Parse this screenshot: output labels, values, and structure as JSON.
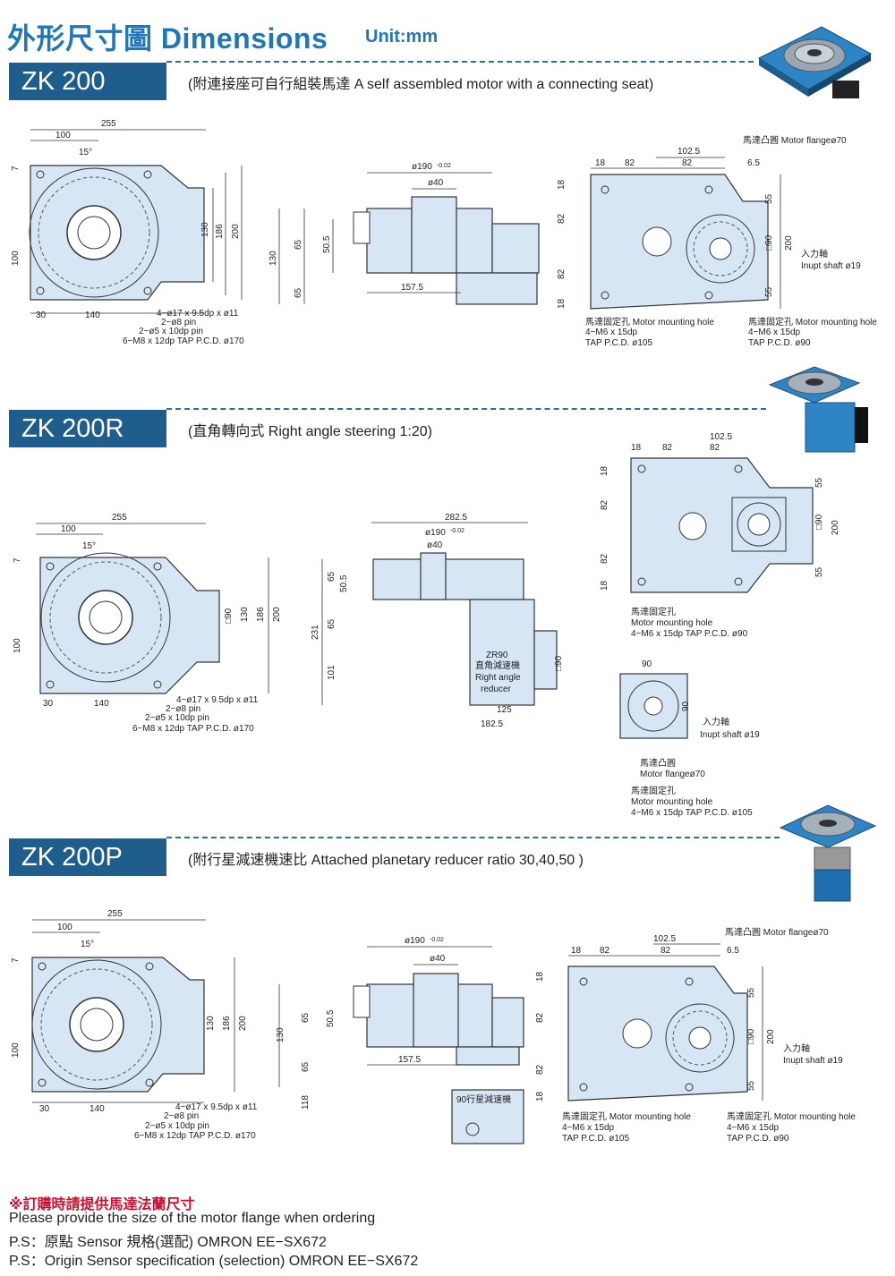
{
  "header": {
    "title": "外形尺寸圖 Dimensions",
    "unit": "Unit:mm"
  },
  "sections": [
    {
      "model": "ZK 200",
      "description": "(附連接座可自行組裝馬達  A self assembled motor with a connecting seat)"
    },
    {
      "model": "ZK 200R",
      "description": "(直角轉向式 Right angle steering 1:20)"
    },
    {
      "model": "ZK 200P",
      "description": "(附行星減速機速比 Attached planetary reducer ratio  30,40,50 )"
    }
  ],
  "top_view": {
    "d255": "255",
    "d100": "100",
    "d15": "15°",
    "d7": "7",
    "d130": "130",
    "d186": "186",
    "d200": "200",
    "d100v": "100",
    "d30": "30",
    "d140": "140",
    "d90": "□90",
    "holes": [
      "4−ø17 x 9.5dp x ø11",
      "2−ø8 pin",
      "2−ø5 x 10dp pin",
      "6−M8 x 12dp TAP P.C.D. ø170"
    ]
  },
  "side_view": {
    "d190": "ø190",
    "d190tol": "-0.02",
    "d40": "ø40",
    "d130": "130",
    "d65": "65",
    "d50_5": "50.5",
    "d157_5": "157.5",
    "d118": "118",
    "r282_5": "282.5",
    "r231": "231",
    "r101": "101",
    "r125": "125",
    "r182_5": "182.5",
    "reducer_r": [
      "ZR90",
      "直角減速機",
      "Right angle",
      "reducer"
    ],
    "reducer_p": "90行星減速機"
  },
  "flange_view": {
    "d102_5": "102.5",
    "d18": "18",
    "d82": "82",
    "d6_5": "6.5",
    "d55": "55",
    "d90": "□90",
    "d200": "200",
    "motor_flange": "馬達凸圓  Motor flangeø70",
    "input_shaft_cn": "入力軸",
    "input_shaft": "Inupt shaft ø19",
    "hole_left": [
      "馬達固定孔  Motor mounting hole",
      "4−M6 x 15dp",
      "TAP P.C.D. ø105"
    ],
    "hole_right": [
      "馬達固定孔  Motor mounting hole",
      "4−M6 x 15dp",
      "TAP P.C.D. ø90"
    ]
  },
  "r_callouts": {
    "hole90": [
      "馬達固定孔",
      "Motor mounting hole",
      "4−M6 x 15dp TAP P.C.D. ø90"
    ],
    "flange": [
      "馬達凸圓",
      "Motor flangeø70"
    ],
    "hole105": [
      "馬達固定孔",
      "Motor mounting hole",
      "4−M6 x 15dp TAP P.C.D. ø105"
    ],
    "d90": "90",
    "input_cn": "入力軸",
    "input": "Inupt shaft ø19"
  },
  "footer": {
    "note_cn": "※訂購時請提供馬達法蘭尺寸",
    "note_en": "Please provide the size of the motor flange when ordering",
    "ps1": "P.S：原點 Sensor 規格(選配)  OMRON EE−SX672",
    "ps2": "P.S：Origin Sensor specification (selection) OMRON EE−SX672"
  },
  "colors": {
    "brand": "#1f5d8c",
    "title": "#1f76b8",
    "plate": "#d6e6f4",
    "note": "#c8102e"
  }
}
